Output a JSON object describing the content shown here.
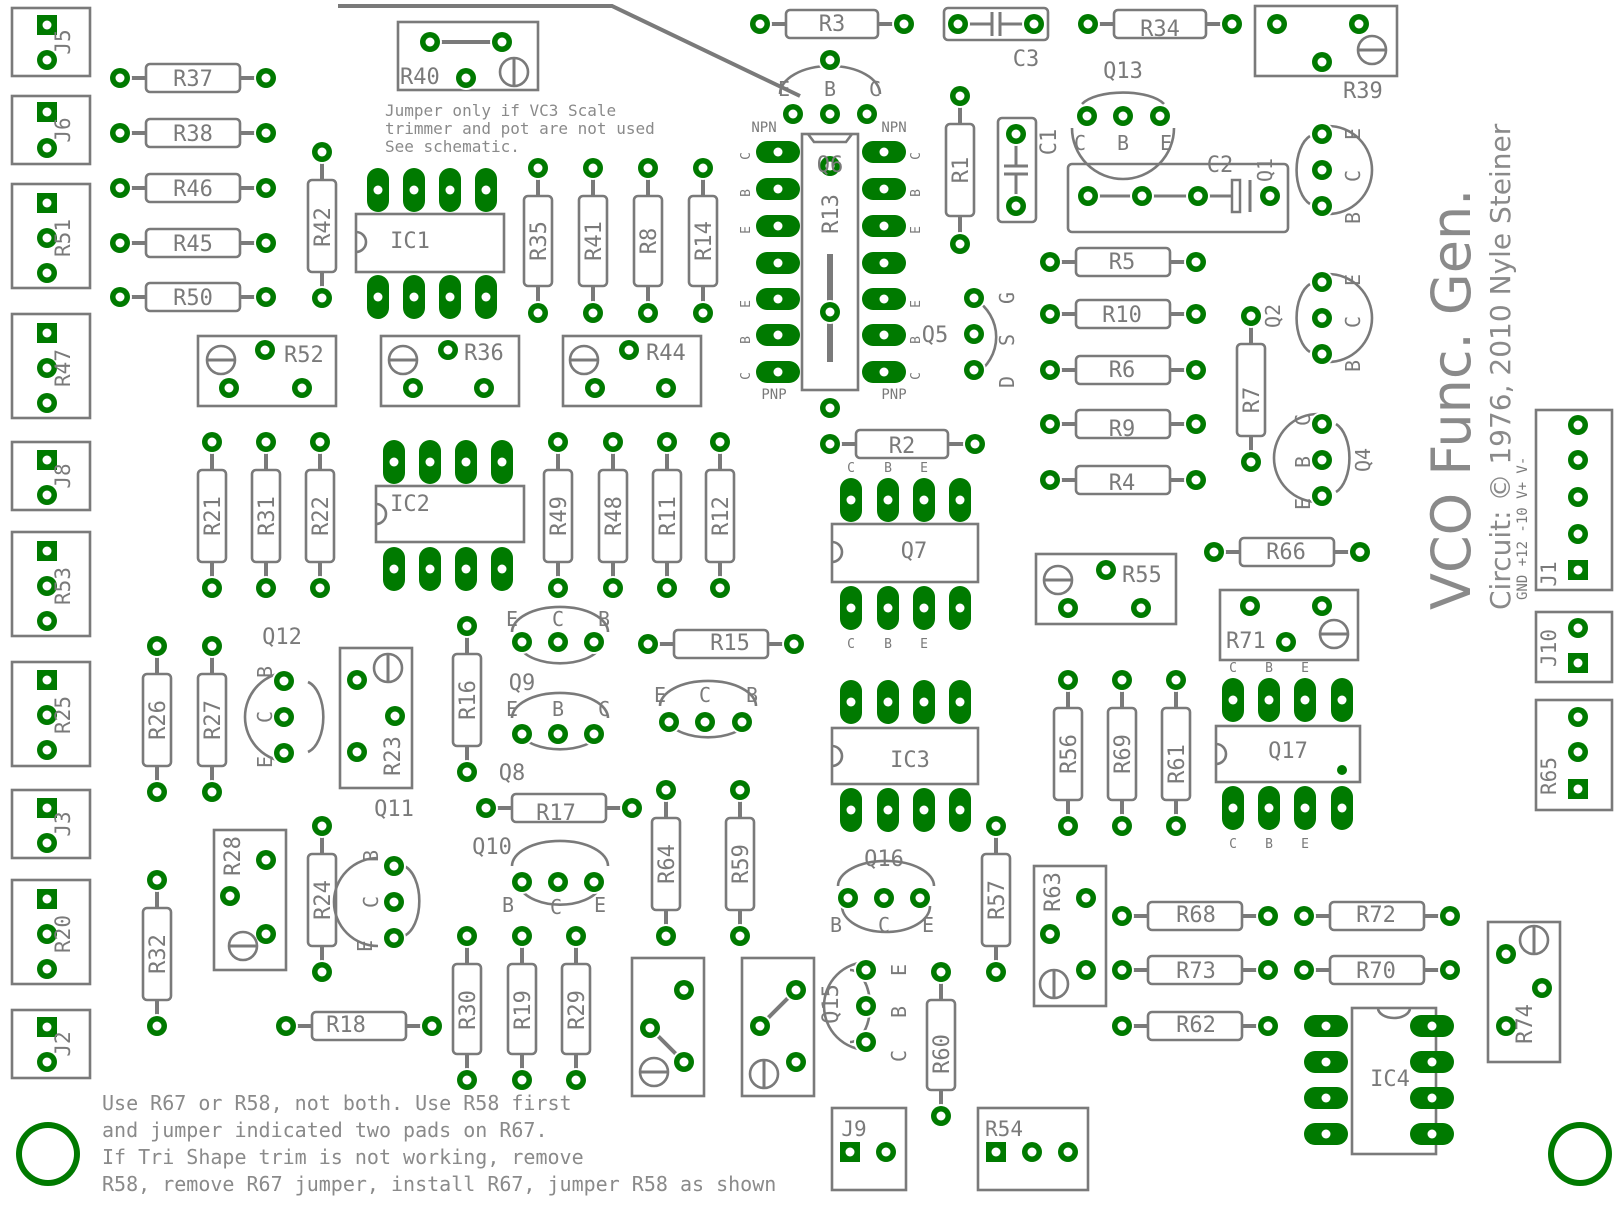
{
  "board": {
    "title": "VCO Func. Gen.",
    "credit": "Circuit: © 1976, 2010 Nyle Steiner",
    "power_label": "GND +12 -10 V+ V-",
    "colors": {
      "pad": "#007a00",
      "silkscreen": "#7a7a7a",
      "background": "#ffffff"
    }
  },
  "notes": {
    "jumper_note": [
      "Jumper only if VC3 Scale",
      "trimmer and pot are not used",
      "See schematic."
    ],
    "bottom_note": [
      "Use R67 or R58, not both. Use R58 first",
      "and jumper indicated two pads on R67.",
      "If Tri Shape trim is not working, remove",
      "R58, remove R67 jumper, install R67, jumper R58 as shown"
    ]
  },
  "labels": {
    "J5": "J5",
    "J6": "J6",
    "R51": "R51",
    "R47": "R47",
    "J8": "J8",
    "R53": "R53",
    "R25": "R25",
    "J3": "J3",
    "R20": "R20",
    "J2": "J2",
    "J9": "J9",
    "R54": "R54",
    "J1": "J1",
    "J10": "J10",
    "R65": "R65",
    "R37": "R37",
    "R38": "R38",
    "R46": "R46",
    "R45": "R45",
    "R50": "R50",
    "R42": "R42",
    "IC1": "IC1",
    "IC2": "IC2",
    "IC3": "IC3",
    "IC4": "IC4",
    "R40": "R40",
    "R35": "R35",
    "R41": "R41",
    "R8": "R8",
    "R14": "R14",
    "R52": "R52",
    "R36": "R36",
    "R44": "R44",
    "R21": "R21",
    "R31": "R31",
    "R22": "R22",
    "R49": "R49",
    "R48": "R48",
    "R11": "R11",
    "R12": "R12",
    "R3": "R3",
    "C3": "C3",
    "R34": "R34",
    "R39": "R39",
    "Q13": "Q13",
    "Q6": "Q6",
    "R13": "R13",
    "R1": "R1",
    "C1": "C1",
    "C2": "C2",
    "Q1": "Q1",
    "R5": "R5",
    "R10": "R10",
    "R6": "R6",
    "R9": "R9",
    "R4": "R4",
    "R7": "R7",
    "Q2": "Q2",
    "Q4": "Q4",
    "Q5": "Q5",
    "R2": "R2",
    "Q7": "Q7",
    "R55": "R55",
    "R66": "R66",
    "R71": "R71",
    "Q17": "Q17",
    "R56": "R56",
    "R69": "R69",
    "R61": "R61",
    "R26": "R26",
    "R27": "R27",
    "Q12": "Q12",
    "R23": "R23",
    "Q11": "Q11",
    "R16": "R16",
    "Q9": "Q9",
    "Q8": "Q8",
    "R15": "R15",
    "R17": "R17",
    "Q10": "Q10",
    "R28": "R28",
    "R24": "R24",
    "R32": "R32",
    "R18": "R18",
    "R30": "R30",
    "R19": "R19",
    "R29": "R29",
    "R64": "R64",
    "R59": "R59",
    "Q16": "Q16",
    "Q15": "Q15",
    "R60": "R60",
    "R57": "R57",
    "R63": "R63",
    "R68": "R68",
    "R72": "R72",
    "R73": "R73",
    "R70": "R70",
    "R62": "R62",
    "R74": "R74",
    "NPN": "NPN",
    "PNP": "PNP",
    "pin_C": "C",
    "pin_B": "B",
    "pin_E": "E",
    "pin_D": "D",
    "pin_S": "S",
    "pin_G": "G"
  }
}
